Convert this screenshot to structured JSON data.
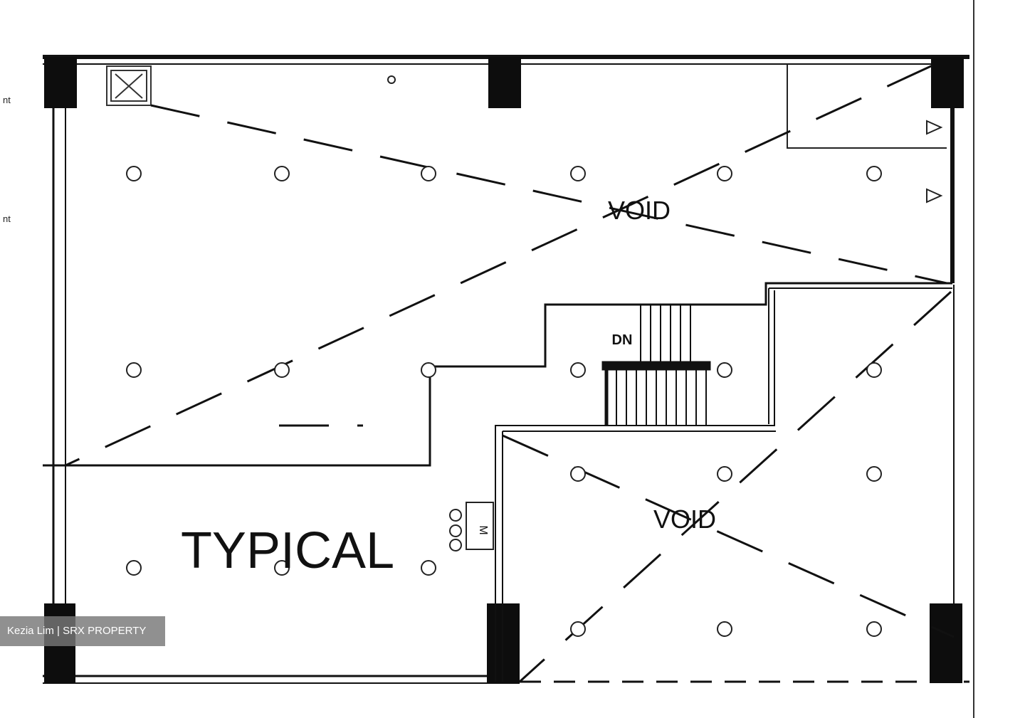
{
  "labels": {
    "void_upper": "VOID",
    "void_lower": "VOID",
    "typical": "TYPICAL",
    "stair_dn": "DN"
  },
  "edge_marks": {
    "left_top": "nt",
    "left_mid": "nt"
  },
  "watermark": {
    "text": "Kezia Lim | SRX PROPERTY"
  }
}
